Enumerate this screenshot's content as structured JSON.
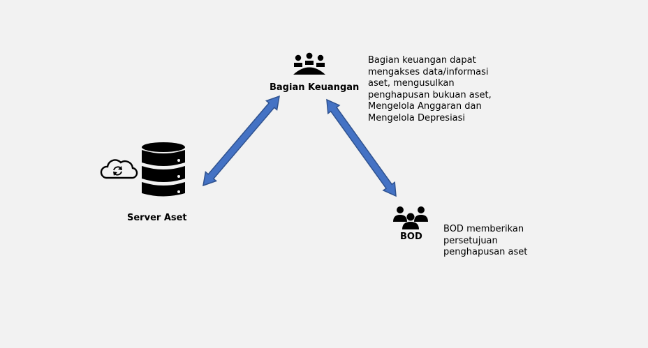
{
  "diagram": {
    "nodes": [
      {
        "id": "bagian-keuangan",
        "label": "Bagian Keuangan",
        "icon": "meeting-group-icon",
        "description": "Bagian keuangan dapat mengakses data/informasi aset, mengusulkan penghapusan bukuan aset, Mengelola Anggaran dan Mengelola Depresiasi",
        "description_lines": [
          "Bagian keuangan dapat",
          "mengakses data/informasi",
          "aset, mengusulkan",
          "penghapusan bukuan aset,",
          "Mengelola Anggaran dan",
          "Mengelola Depresiasi"
        ]
      },
      {
        "id": "server-aset",
        "label": "Server Aset",
        "icons": [
          "cloud-sync-icon",
          "database-icon"
        ]
      },
      {
        "id": "bod",
        "label": "BOD",
        "icon": "users-group-icon",
        "description": "BOD memberikan persetujuan penghapusan aset",
        "description_lines": [
          "BOD memberikan",
          "persetujuan",
          "penghapusan aset"
        ]
      }
    ],
    "edges": [
      {
        "from": "server-aset",
        "to": "bagian-keuangan",
        "type": "bidirectional-arrow"
      },
      {
        "from": "bagian-keuangan",
        "to": "bod",
        "type": "bidirectional-arrow"
      }
    ],
    "colors": {
      "arrow_fill": "#4472c4",
      "arrow_stroke": "#2f528f",
      "background": "#f2f2f2",
      "icon": "#000000"
    }
  }
}
